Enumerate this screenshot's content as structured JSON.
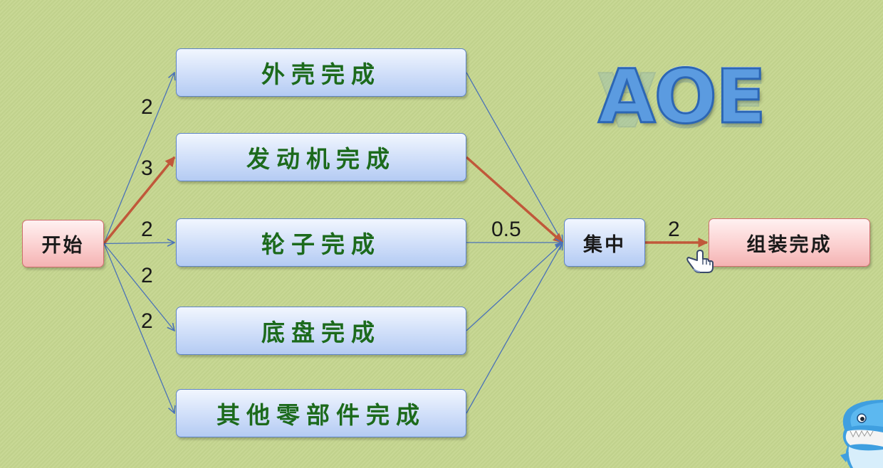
{
  "title": "AOE",
  "nodes": {
    "start": "开始",
    "shell": "外壳完成",
    "engine": "发动机完成",
    "wheels": "轮子完成",
    "chassis": "底盘完成",
    "others": "其他零部件完成",
    "gather": "集中",
    "assembly": "组装完成"
  },
  "edges": [
    {
      "from": "start",
      "to": "shell",
      "weight": "2",
      "critical": false
    },
    {
      "from": "start",
      "to": "engine",
      "weight": "3",
      "critical": true
    },
    {
      "from": "start",
      "to": "wheels",
      "weight": "2",
      "critical": false
    },
    {
      "from": "start",
      "to": "chassis",
      "weight": "2",
      "critical": false
    },
    {
      "from": "start",
      "to": "others",
      "weight": "2",
      "critical": false
    },
    {
      "from": "shell",
      "to": "gather",
      "weight": "",
      "critical": false
    },
    {
      "from": "engine",
      "to": "gather",
      "weight": "",
      "critical": true
    },
    {
      "from": "wheels",
      "to": "gather",
      "weight": "0.5",
      "critical": false
    },
    {
      "from": "chassis",
      "to": "gather",
      "weight": "",
      "critical": false
    },
    {
      "from": "others",
      "to": "gather",
      "weight": "",
      "critical": false
    },
    {
      "from": "gather",
      "to": "assembly",
      "weight": "2",
      "critical": true
    }
  ],
  "colors": {
    "normal_edge": "#4a72b8",
    "critical_edge": "#c0583a",
    "task_text": "#1c6a1c"
  },
  "icons": [
    "hand-pointer-cursor-icon",
    "shark-mascot-icon"
  ]
}
